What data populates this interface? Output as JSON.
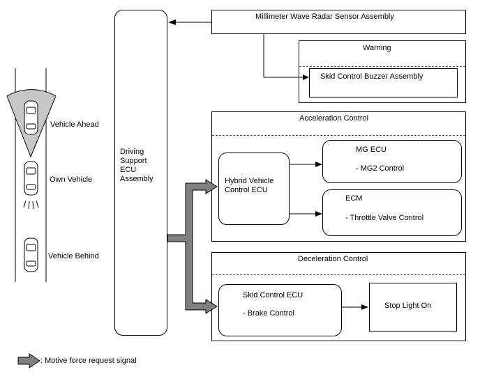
{
  "driving_support_ecu": {
    "line1": "Driving",
    "line2": "Support",
    "line3": "ECU",
    "line4": "Assembly"
  },
  "radar": {
    "label": "Millimeter Wave Radar Sensor Assembly"
  },
  "warning": {
    "title": "Warning",
    "buzzer_label": "Skid Control Buzzer Assembly"
  },
  "acceleration": {
    "title": "Acceleration Control",
    "hv_ecu_line1": "Hybrid Vehicle",
    "hv_ecu_line2": "Control ECU",
    "mg_ecu_title": "MG ECU",
    "mg_ecu_detail": "- MG2 Control",
    "ecm_title": "ECM",
    "ecm_detail": "- Throttle Valve Control"
  },
  "deceleration": {
    "title": "Deceleration Control",
    "skid_title": "Skid Control ECU",
    "skid_detail": "- Brake Control",
    "stop_light": "Stop Light On"
  },
  "vehicles": {
    "ahead": "Vehicle Ahead",
    "own": "Own Vehicle",
    "behind": "Vehicle Behind"
  },
  "legend": {
    "label": ": Motive force request signal"
  },
  "colors": {
    "thick_arrow_fill": "#808080",
    "sensor_cone_fill": "#c8c8c8",
    "line": "#000000"
  }
}
